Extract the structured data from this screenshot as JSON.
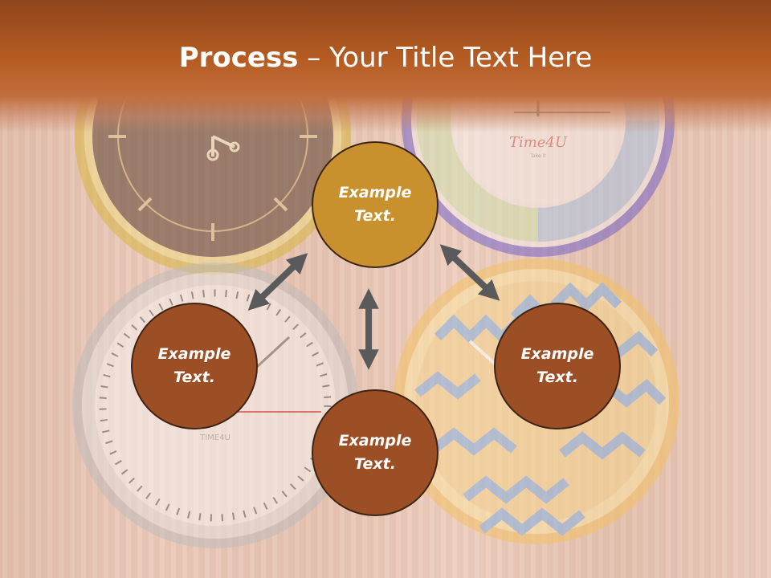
{
  "slide": {
    "title_bold": "Process",
    "title_rest": " – Your Title Text Here"
  },
  "colors": {
    "header": "#b55c22",
    "node_gold": "#c9912e",
    "node_brown": "#9c4e25",
    "node_border": "#3e2414",
    "arrow": "#5a5a5a"
  },
  "background": {
    "clock_brands": [
      "TIME4U",
      "Time4U"
    ],
    "clock_tagline": "Take it"
  },
  "diagram": {
    "nodes": [
      {
        "id": "top",
        "label": "Example\nText."
      },
      {
        "id": "left",
        "label": "Example\nText."
      },
      {
        "id": "right",
        "label": "Example\nText."
      },
      {
        "id": "bottom",
        "label": "Example\nText."
      }
    ],
    "arrows": [
      {
        "from": "top",
        "to": "left"
      },
      {
        "from": "top",
        "to": "right"
      },
      {
        "from": "top",
        "to": "bottom"
      }
    ]
  }
}
